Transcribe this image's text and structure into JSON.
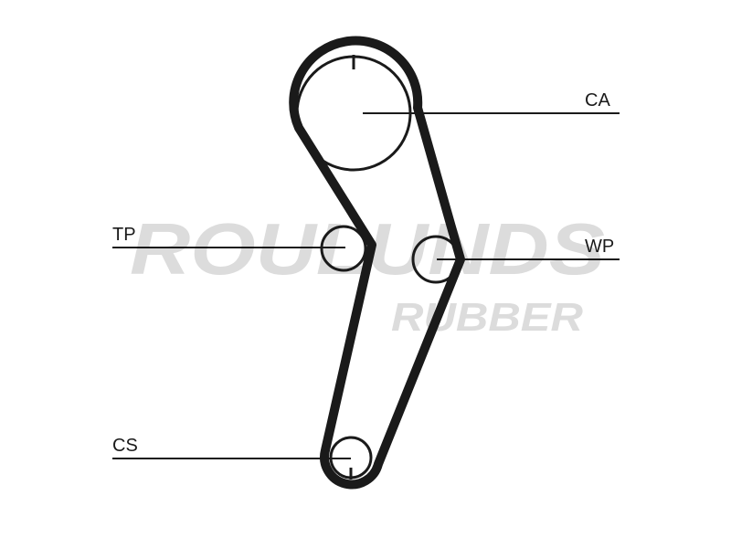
{
  "watermark": {
    "brand": "ROULUNDS",
    "sub": "RUBBER",
    "color": "#dcdcdc"
  },
  "diagram": {
    "belt_color": "#1a1a1a",
    "line_color": "#1a1a1a",
    "labels": {
      "ca": "CA",
      "tp": "TP",
      "wp": "WP",
      "cs": "CS"
    }
  }
}
